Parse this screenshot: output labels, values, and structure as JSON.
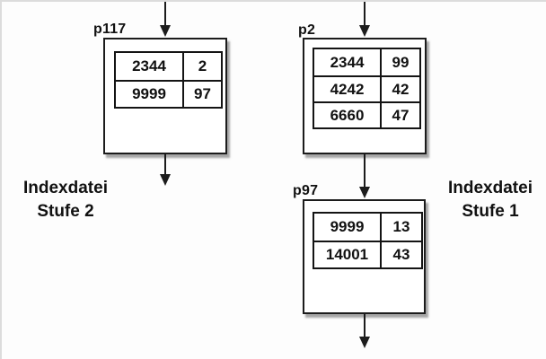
{
  "colors": {
    "background": "#fdfdfd",
    "line": "#1c1c1c",
    "box_fill": "#ffffff",
    "shadow_gray": "#5f5f5f"
  },
  "nodes": [
    {
      "id": "p117",
      "label": "p117",
      "rows": [
        [
          "2344",
          "2"
        ],
        [
          "9999",
          "97"
        ]
      ]
    },
    {
      "id": "p2",
      "label": "p2",
      "rows": [
        [
          "2344",
          "99"
        ],
        [
          "4242",
          "42"
        ],
        [
          "6660",
          "47"
        ]
      ]
    },
    {
      "id": "p97",
      "label": "p97",
      "rows": [
        [
          "9999",
          "13"
        ],
        [
          "14001",
          "43"
        ]
      ]
    }
  ],
  "captions": {
    "left": {
      "line1": "Indexdatei",
      "line2": "Stufe 2"
    },
    "right": {
      "line1": "Indexdatei",
      "line2": "Stufe 1"
    }
  }
}
